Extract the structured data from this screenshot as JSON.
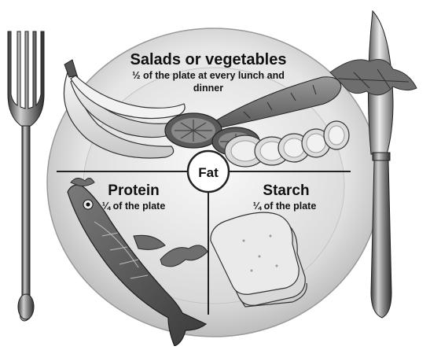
{
  "top_section": {
    "title": "Salads or vegetables",
    "line1": "½ of the plate at every lunch and",
    "line2": "dinner"
  },
  "protein_section": {
    "title": "Protein",
    "portion": "¼ of the plate"
  },
  "starch_section": {
    "title": "Starch",
    "portion": "¼ of the plate"
  },
  "center_circle": {
    "label": "Fat"
  },
  "colors": {
    "plate_rim": "#d9d9d9",
    "plate_inner": "#eeeeee",
    "metal_dark": "#3a3a3a",
    "metal_light": "#bdbdbd",
    "divider": "#222222"
  },
  "icons": [
    "fork-icon",
    "knife-icon",
    "bananas-icon",
    "carrot-icon",
    "tomato-icon",
    "cucumber-icon",
    "fish-icon",
    "bread-icon",
    "parsley-icon"
  ]
}
